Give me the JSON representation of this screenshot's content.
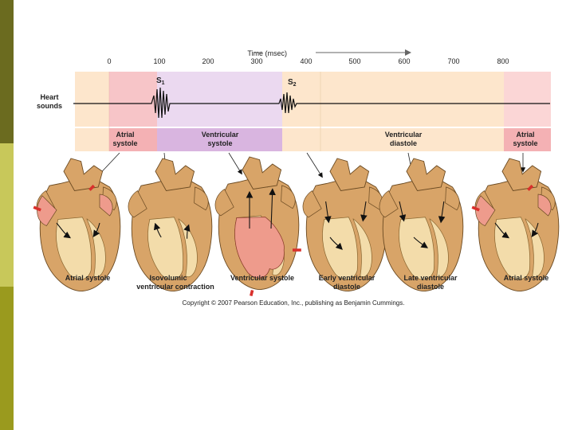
{
  "time_axis": {
    "title": "Time (msec)",
    "ticks": [
      "0",
      "100",
      "200",
      "300",
      "400",
      "500",
      "600",
      "700",
      "800"
    ]
  },
  "heart_sounds": {
    "label_line1": "Heart",
    "label_line2": "sounds",
    "s1": "S",
    "s1_sub": "1",
    "s2": "S",
    "s2_sub": "2"
  },
  "phases": [
    {
      "line1": "Atrial",
      "line2": "systole"
    },
    {
      "line1": "Ventricular",
      "line2": "systole"
    },
    {
      "line1": "Ventricular",
      "line2": "diastole"
    },
    {
      "line1": "Atrial",
      "line2": "systole"
    }
  ],
  "panels": [
    {
      "line1": "Atrial systole",
      "line2": ""
    },
    {
      "line1": "Isovolumic",
      "line2": "ventricular contraction"
    },
    {
      "line1": "Ventricular systole",
      "line2": ""
    },
    {
      "line1": "Early ventricular",
      "line2": "diastole"
    },
    {
      "line1": "Late ventricular",
      "line2": "diastole"
    },
    {
      "line1": "Atrial systole",
      "line2": ""
    }
  ],
  "copyright": "Copyright © 2007 Pearson Education, Inc., publishing as Benjamin Cummings.",
  "colors": {
    "band_peach": "#fde6cc",
    "atrial_pink": "#f7c5c8",
    "ventricular_purple": "#e8d3ee",
    "heart_tan": "#d8a468",
    "heart_pink": "#ee9b8c",
    "arrow_red": "#d9302c"
  }
}
